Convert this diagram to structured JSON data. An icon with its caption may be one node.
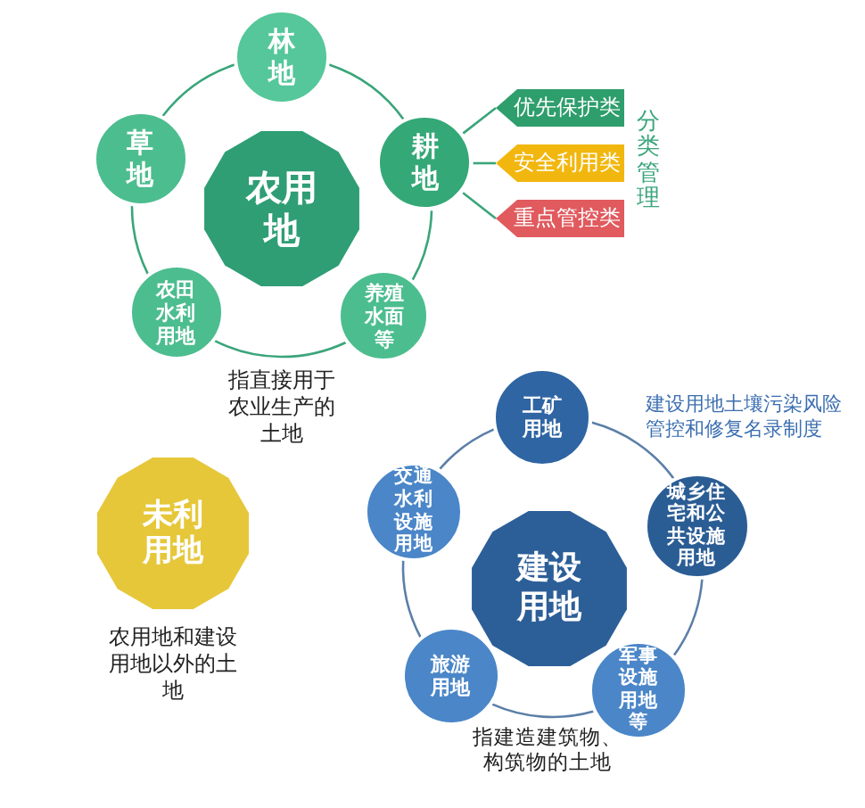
{
  "diagram": {
    "nodes": [
      {
        "text": [
          "农用地"
        ]
      },
      {
        "text": [
          "林地"
        ]
      },
      {
        "text": [
          "耕地"
        ]
      },
      {
        "text": [
          "养殖水面等"
        ]
      },
      {
        "text": [
          "农田水利用地"
        ]
      },
      {
        "text": [
          "草地"
        ]
      },
      {
        "text": [
          "优先保护类"
        ]
      },
      {
        "text": [
          "安全利用类"
        ]
      },
      {
        "text": [
          "重点管控类"
        ]
      },
      {
        "text": [
          "未利用地"
        ]
      },
      {
        "text": [
          "建设用地"
        ]
      },
      {
        "text": [
          "工矿用地"
        ]
      },
      {
        "text": [
          "城乡住宅和公共设施用地"
        ]
      },
      {
        "text": [
          "军事设施用地等"
        ]
      },
      {
        "text": [
          "旅游用地"
        ]
      },
      {
        "text": [
          "交通水利设施用地"
        ]
      }
    ],
    "edges": [
      {
        "from": 1,
        "to": 2,
        "arrow": "none"
      },
      {
        "from": 2,
        "to": 3,
        "arrow": "none"
      },
      {
        "from": 3,
        "to": 4,
        "arrow": "none"
      },
      {
        "from": 4,
        "to": 5,
        "arrow": "none"
      },
      {
        "from": 5,
        "to": 1,
        "arrow": "none"
      },
      {
        "from": 2,
        "to": 6,
        "arrow": "none"
      },
      {
        "from": 2,
        "to": 7,
        "arrow": "none"
      },
      {
        "from": 2,
        "to": 8,
        "arrow": "none"
      },
      {
        "from": 11,
        "to": 12,
        "arrow": "none",
        "color": "#5b7fa8"
      },
      {
        "from": 12,
        "to": 13,
        "arrow": "none",
        "color": "#5b7fa8"
      },
      {
        "from": 13,
        "to": 14,
        "arrow": "none",
        "color": "#5b7fa8"
      },
      {
        "from": 14,
        "to": 15,
        "arrow": "none",
        "color": "#5b7fa8"
      },
      {
        "from": 15,
        "to": 11,
        "arrow": "none",
        "color": "#5b7fa8"
      }
    ],
    "labels": [
      "分类管理",
      "指直接用于农业生产的土地",
      "建设用地土壤污染风险管控和修复名录制度",
      "农用地和建设用地以外的土地",
      "指建造建筑物、构筑物的土地"
    ]
  }
}
